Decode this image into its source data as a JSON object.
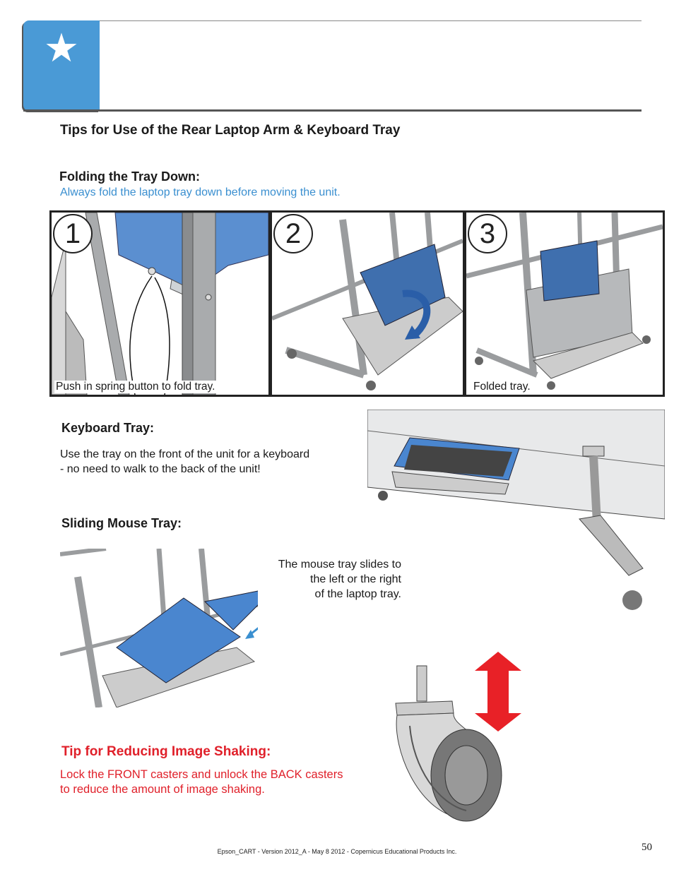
{
  "header": {
    "icon": "star-icon",
    "accent": "#4a9ad6"
  },
  "title": "Tips for Use of the Rear Laptop Arm & Keyboard Tray",
  "folding": {
    "heading": "Folding the Tray Down:",
    "note": "Always fold the laptop tray down before moving the unit.",
    "steps": [
      {
        "number": "1",
        "caption": "Push in spring button to fold tray."
      },
      {
        "number": "2",
        "caption": ""
      },
      {
        "number": "3",
        "caption": "Folded tray."
      }
    ]
  },
  "keyboard": {
    "heading": "Keyboard Tray:",
    "text_line1": "Use the tray on the front of the unit for a keyboard",
    "text_line2": "- no need to walk to the back of the unit!"
  },
  "mouse": {
    "heading": "Sliding Mouse Tray:",
    "caption_line1": "The mouse tray slides to",
    "caption_line2": "the left or the right",
    "caption_line3": "of the laptop tray."
  },
  "tip": {
    "heading": "Tip for Reducing Image Shaking:",
    "text_line1": "Lock the FRONT casters and unlock the BACK casters",
    "text_line2": "to reduce the amount of image shaking.",
    "color": "#e0202a"
  },
  "footer": {
    "text": "Epson_CART - Version 2012_A - May 8 2012 - Copernicus Educational Products Inc.",
    "page_number": "50"
  }
}
